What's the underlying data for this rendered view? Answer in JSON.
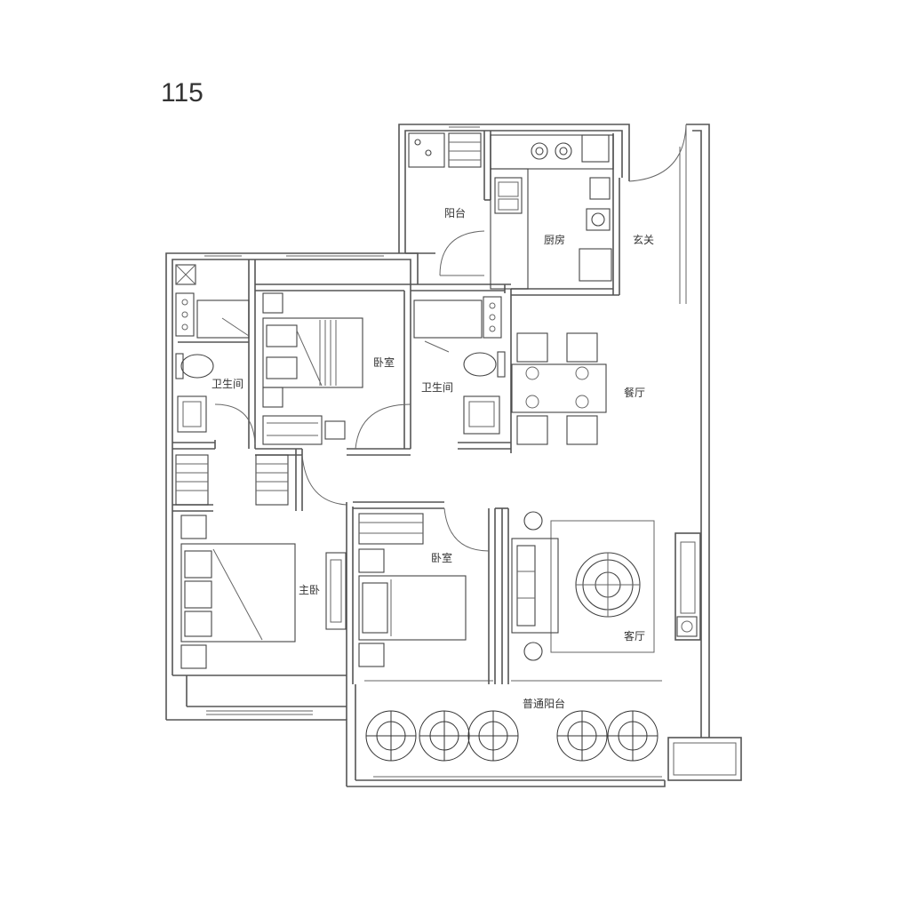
{
  "plan": {
    "title": "115",
    "rooms": {
      "balcony": "阳台",
      "kitchen": "厨房",
      "entrance": "玄关",
      "bedroom_north": "卧室",
      "bathroom_left": "卫生间",
      "bathroom_middle": "卫生间",
      "dining": "餐厅",
      "master_bedroom": "主卧",
      "bedroom_south": "卧室",
      "living_room": "客厅",
      "main_balcony": "普通阳台"
    },
    "colors": {
      "line": "#555555",
      "text": "#333333"
    }
  }
}
